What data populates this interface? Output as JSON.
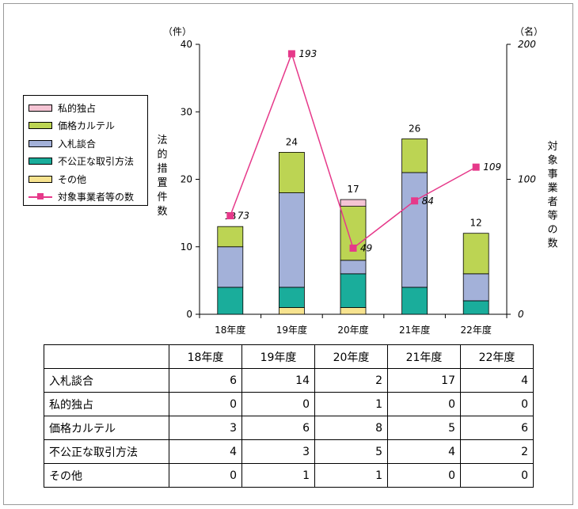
{
  "chart_data": {
    "type": "bar",
    "categories": [
      "18年度",
      "19年度",
      "20年度",
      "21年度",
      "22年度"
    ],
    "stacked": true,
    "series": [
      {
        "name": "その他",
        "values": [
          0,
          1,
          1,
          0,
          0
        ],
        "color": "#f7e38f"
      },
      {
        "name": "不公正な取引方法",
        "values": [
          4,
          3,
          5,
          4,
          2
        ],
        "color": "#1aad9b"
      },
      {
        "name": "入札談合",
        "values": [
          6,
          14,
          2,
          17,
          4
        ],
        "color": "#a3b1d9"
      },
      {
        "name": "価格カルテル",
        "values": [
          3,
          6,
          8,
          5,
          6
        ],
        "color": "#bcd453"
      },
      {
        "name": "私的独占",
        "values": [
          0,
          0,
          1,
          0,
          0
        ],
        "color": "#f5c4d4"
      }
    ],
    "totals": [
      "13",
      "24",
      "17",
      "26",
      "12"
    ],
    "line": {
      "name": "対象事業者等の数",
      "values": [
        73,
        193,
        49,
        84,
        109
      ],
      "labels": [
        "73",
        "193",
        "49",
        "84",
        "109"
      ],
      "color": "#e6398a"
    },
    "ylim_left": [
      0,
      40
    ],
    "yticks_left": [
      "0",
      "10",
      "20",
      "30",
      "40"
    ],
    "ylim_right": [
      0,
      200
    ],
    "yticks_right": [
      "0",
      "100",
      "200"
    ],
    "yunit_left": "（件）",
    "yunit_right": "（名）",
    "ylabel_left": "法的措置件数",
    "ylabel_right": "対象事業者等の数",
    "legend_position": "left"
  },
  "legend": [
    {
      "label": "私的独占",
      "color": "#f5c4d4"
    },
    {
      "label": "価格カルテル",
      "color": "#bcd453"
    },
    {
      "label": "入札談合",
      "color": "#a3b1d9"
    },
    {
      "label": "不公正な取引方法",
      "color": "#1aad9b"
    },
    {
      "label": "その他",
      "color": "#f7e38f"
    }
  ],
  "legend_line": {
    "label": "対象事業者等の数"
  },
  "table": {
    "headers": [
      "18年度",
      "19年度",
      "20年度",
      "21年度",
      "22年度"
    ],
    "rows": [
      {
        "label": "入札談合",
        "values": [
          "6",
          "14",
          "2",
          "17",
          "4"
        ]
      },
      {
        "label": "私的独占",
        "values": [
          "0",
          "0",
          "1",
          "0",
          "0"
        ]
      },
      {
        "label": "価格カルテル",
        "values": [
          "3",
          "6",
          "8",
          "5",
          "6"
        ]
      },
      {
        "label": "不公正な取引方法",
        "values": [
          "4",
          "3",
          "5",
          "4",
          "2"
        ]
      },
      {
        "label": "その他",
        "values": [
          "0",
          "1",
          "1",
          "0",
          "0"
        ]
      }
    ]
  }
}
